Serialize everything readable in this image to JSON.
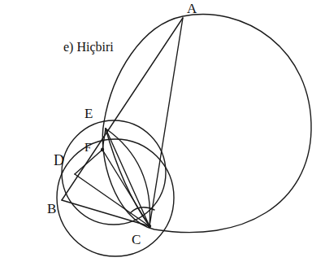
{
  "diagram": {
    "labels": [
      "e) Hiçbiri",
      "A",
      "E",
      "D",
      "F",
      "B",
      "C"
    ]
  }
}
